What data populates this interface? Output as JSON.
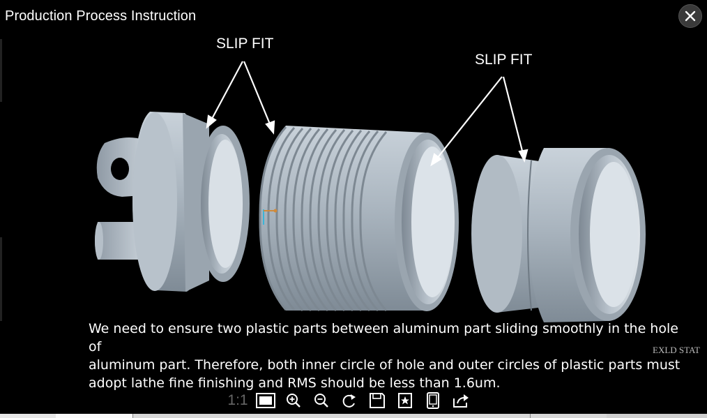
{
  "header": {
    "title": "Production Process Instruction",
    "close_label": "×"
  },
  "annotations": {
    "callout_left": "SLIP FIT",
    "callout_right": "SLIP FIT",
    "caption_lines": [
      "We need to ensure two plastic parts between aluminum part sliding smoothly in the hole of",
      "aluminum part. Therefore, both inner circle of hole and outer circles of plastic parts must",
      "adopt lathe fine finishing and RMS should be less than 1.6um."
    ],
    "stray_text": "EXLD STAT"
  },
  "toolbar": {
    "actual_size_label": "1:1",
    "items": [
      "actual-size",
      "fit-screen-icon",
      "zoom-in-icon",
      "zoom-out-icon",
      "rotate-icon",
      "save-icon",
      "bookmark-icon",
      "tablet-icon",
      "share-icon"
    ]
  },
  "colors": {
    "background": "#000000",
    "part": "#a9b4be",
    "text": "#ffffff",
    "toolbar_icon": "#ffffff"
  }
}
